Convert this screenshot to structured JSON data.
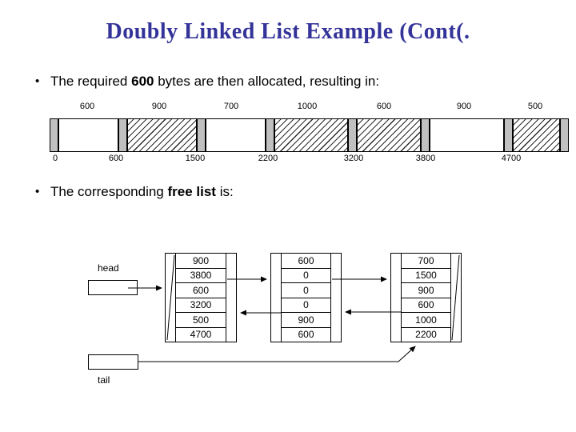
{
  "slide": {
    "title": "Doubly Linked List Example (Cont(."
  },
  "bullets": {
    "first": {
      "bullet_char": "•",
      "pre": "The required ",
      "bold": "600",
      "post": " bytes are then allocated, resulting in:"
    },
    "second": {
      "bullet_char": "•",
      "pre": "The corresponding ",
      "bold": "free list",
      "post": " is:"
    }
  },
  "memory_map": {
    "segment_sizes": [
      "600",
      "900",
      "700",
      "1000",
      "600",
      "900",
      "500"
    ],
    "segment_states": [
      "free",
      "allocated",
      "free",
      "allocated",
      "allocated",
      "free",
      "allocated"
    ],
    "boundaries": [
      "0",
      "600",
      "1500",
      "2200",
      "3200",
      "3800",
      "4700"
    ]
  },
  "free_list": {
    "head_label": "head",
    "tail_label": "tail",
    "nodes": [
      {
        "rows": [
          "900",
          "3800",
          "600",
          "3200",
          "500",
          "4700"
        ],
        "null_prev": true,
        "null_next": false
      },
      {
        "rows": [
          "600",
          "0",
          "0",
          "0",
          "900",
          "600"
        ],
        "null_prev": false,
        "null_next": false
      },
      {
        "rows": [
          "700",
          "1500",
          "900",
          "600",
          "1000",
          "2200"
        ],
        "null_prev": false,
        "null_next": true
      }
    ]
  },
  "colors": {
    "title": "#333399",
    "separator": "#c0c0c0",
    "line": "#000000",
    "background": "#ffffff"
  }
}
